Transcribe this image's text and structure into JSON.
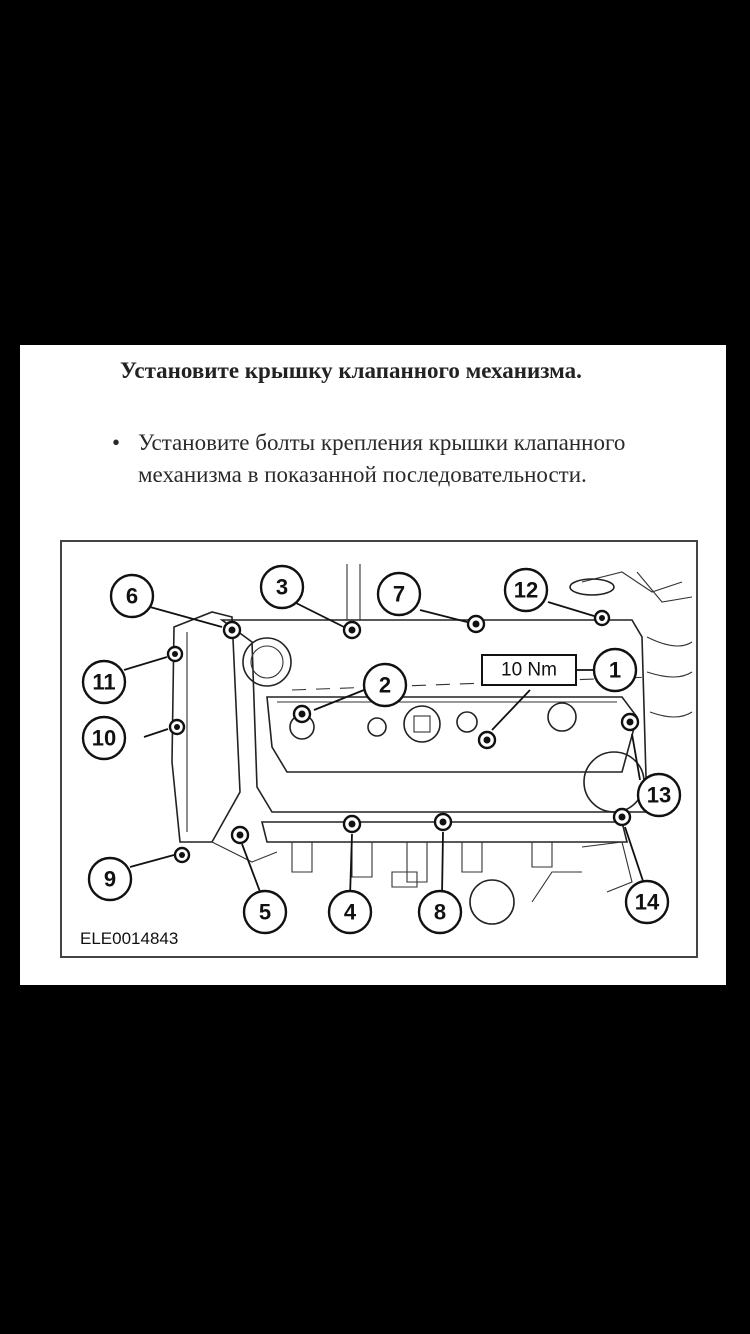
{
  "instruction": {
    "heading": "Установите крышку клапанного механизма.",
    "bullet_symbol": "•",
    "bullet_text": "Установите болты крепления крышки клапанного механизма в показанной последовательности."
  },
  "figure": {
    "torque_label": "10 Nm",
    "figure_id": "ELE0014843",
    "callouts": [
      "1",
      "2",
      "3",
      "4",
      "5",
      "6",
      "7",
      "8",
      "9",
      "10",
      "11",
      "12",
      "13",
      "14"
    ]
  }
}
